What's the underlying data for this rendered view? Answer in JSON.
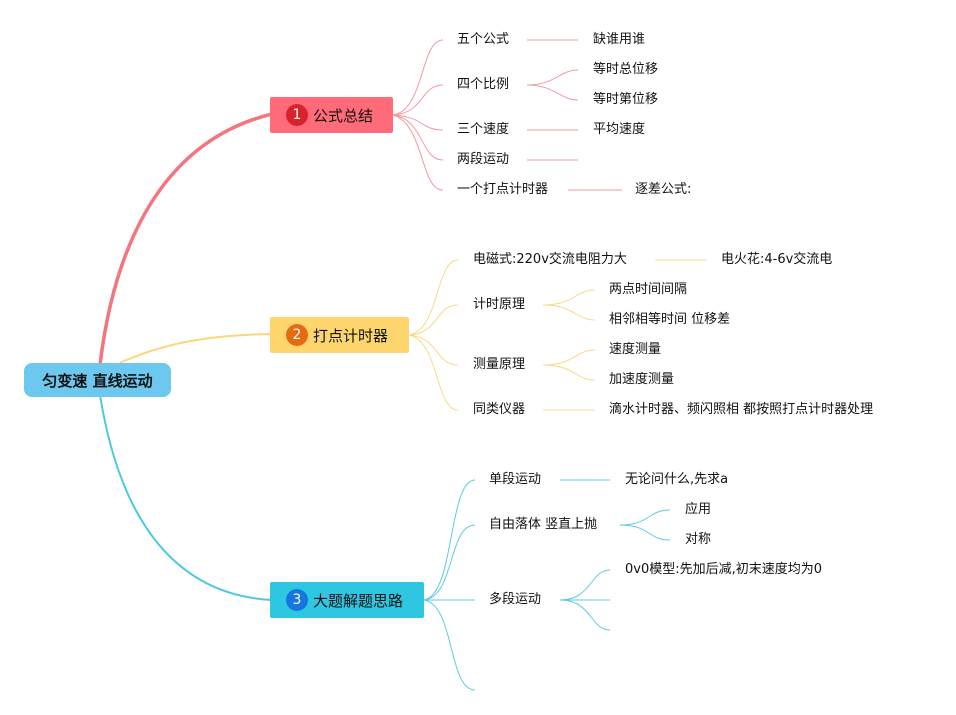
{
  "root": {
    "label": "匀变速 直线运动"
  },
  "branches": [
    {
      "number": "1",
      "label": "公式总结",
      "color": "#ff6b78",
      "children": [
        {
          "label": "五个公式",
          "children": [
            "缺谁用谁"
          ]
        },
        {
          "label": "四个比例",
          "children": [
            "等时总位移",
            "等时第位移"
          ]
        },
        {
          "label": "三个速度",
          "children": [
            "平均速度"
          ]
        },
        {
          "label": "两段运动",
          "children": []
        },
        {
          "label": "一个打点计时器",
          "children": [
            "逐差公式:"
          ]
        }
      ]
    },
    {
      "number": "2",
      "label": "打点计时器",
      "color": "#ffd66e",
      "children": [
        {
          "label": "电磁式:220v交流电阻力大",
          "children": [
            "电火花:4-6v交流电"
          ]
        },
        {
          "label": "计时原理",
          "children": [
            "两点时间间隔",
            "相邻相等时间 位移差"
          ]
        },
        {
          "label": "测量原理",
          "children": [
            "速度测量",
            "加速度测量"
          ]
        },
        {
          "label": "同类仪器",
          "children": [
            "滴水计时器、频闪照相  都按照打点计时器处理"
          ]
        }
      ]
    },
    {
      "number": "3",
      "label": "大题解题思路",
      "color": "#2fc6e2",
      "children": [
        {
          "label": "单段运动",
          "children": [
            "无论问什么,先求a"
          ]
        },
        {
          "label": "自由落体 竖直上抛",
          "children": [
            "应用",
            "对称"
          ]
        },
        {
          "label": "多段运动",
          "children": [
            "0v0模型:先加后减,初末速度均为0"
          ]
        }
      ]
    }
  ]
}
